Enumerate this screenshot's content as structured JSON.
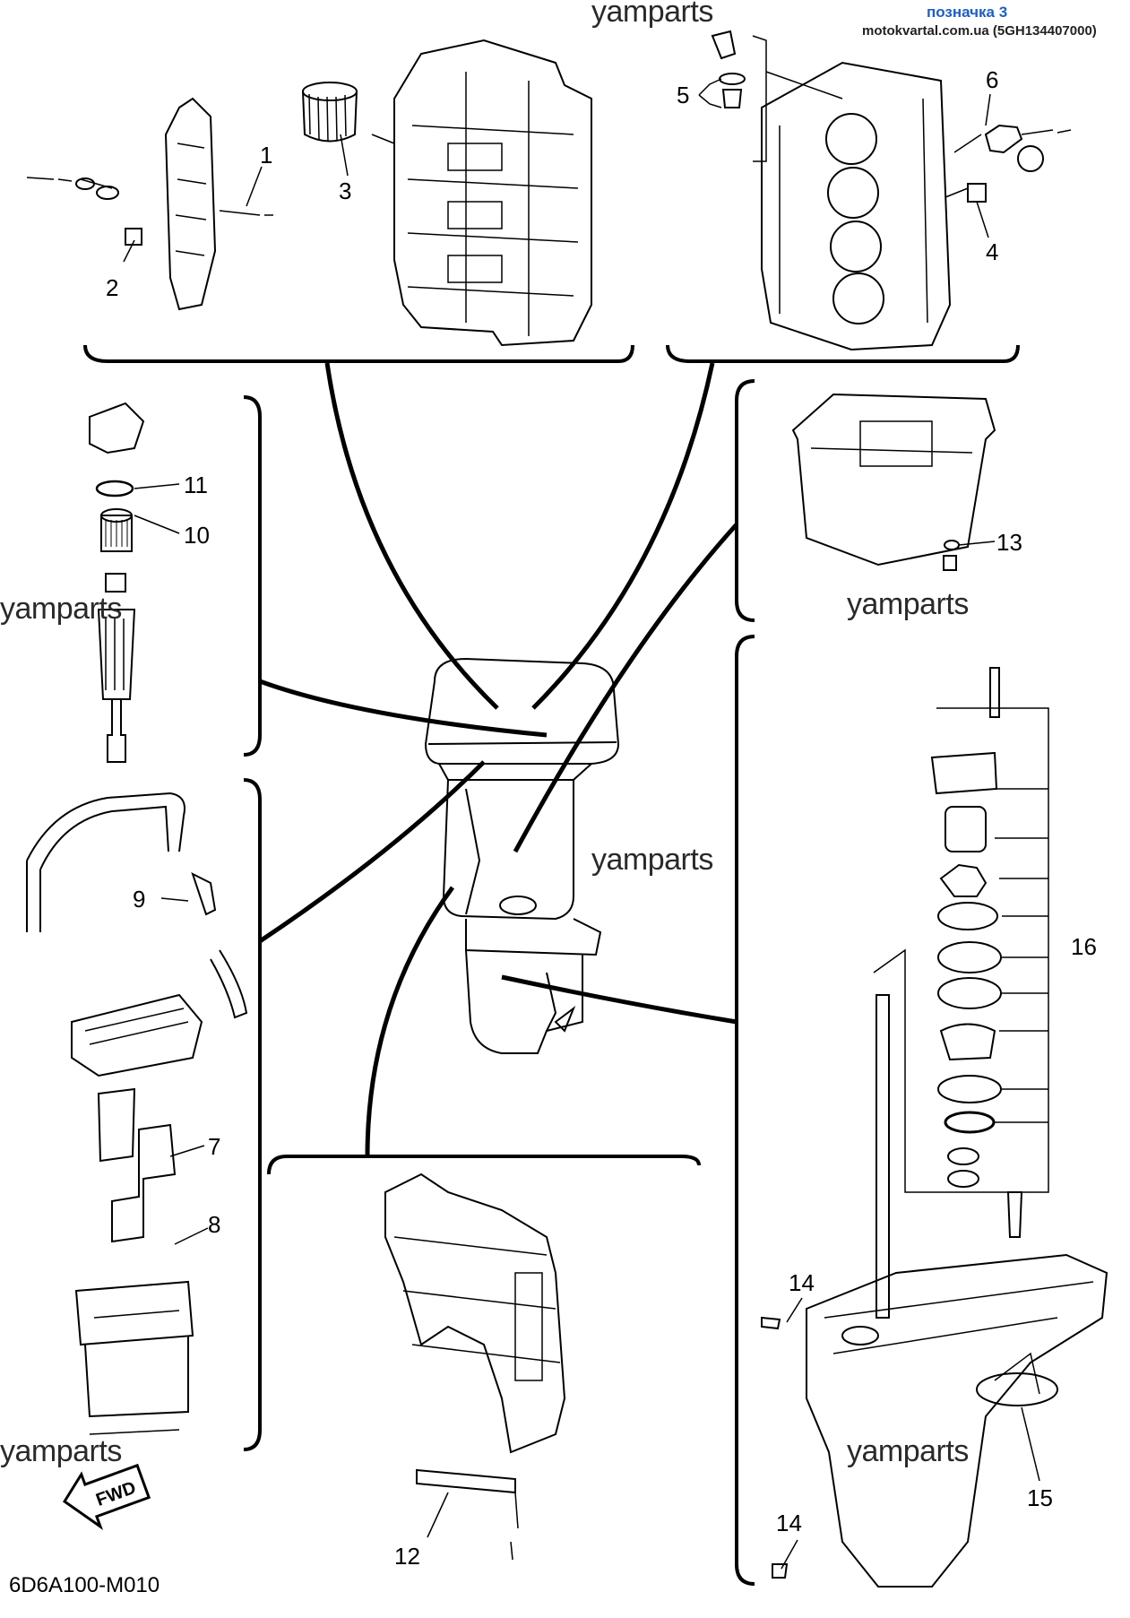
{
  "header": {
    "label": "позначка 3",
    "site_code": "motokvartal.com.ua (5GH134407000)"
  },
  "watermark": "yamparts",
  "diagram_code": "6D6A100-M010",
  "fwd_label": "FWD",
  "callouts": {
    "c1": "1",
    "c2": "2",
    "c3": "3",
    "c4": "4",
    "c5": "5",
    "c6": "6",
    "c7": "7",
    "c8": "8",
    "c9": "9",
    "c10": "10",
    "c11": "11",
    "c12": "12",
    "c13": "13",
    "c14a": "14",
    "c14b": "14",
    "c15": "15",
    "c16": "16"
  },
  "colors": {
    "header_label": "#1a5fd0",
    "lines": "#000000"
  }
}
